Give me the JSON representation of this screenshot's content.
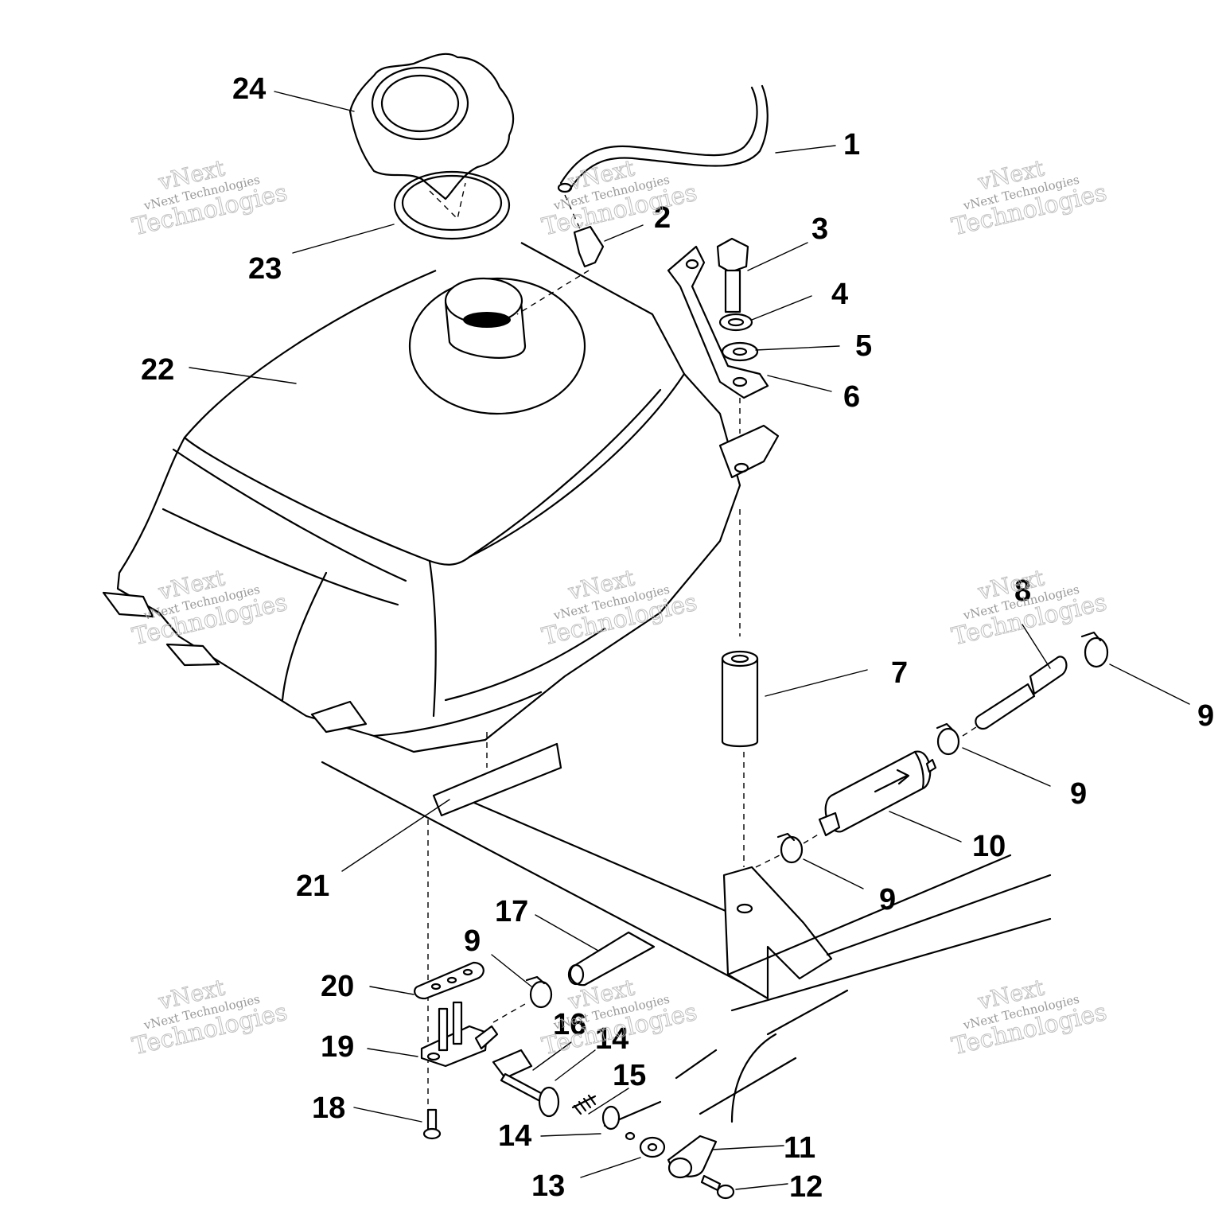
{
  "diagram": {
    "callouts": [
      {
        "id": "c1",
        "label": "1"
      },
      {
        "id": "c2",
        "label": "2"
      },
      {
        "id": "c3",
        "label": "3"
      },
      {
        "id": "c4",
        "label": "4"
      },
      {
        "id": "c5",
        "label": "5"
      },
      {
        "id": "c6",
        "label": "6"
      },
      {
        "id": "c7",
        "label": "7"
      },
      {
        "id": "c8",
        "label": "8"
      },
      {
        "id": "c9a",
        "label": "9"
      },
      {
        "id": "c9b",
        "label": "9"
      },
      {
        "id": "c9c",
        "label": "9"
      },
      {
        "id": "c9d",
        "label": "9"
      },
      {
        "id": "c10",
        "label": "10"
      },
      {
        "id": "c11",
        "label": "11"
      },
      {
        "id": "c12",
        "label": "12"
      },
      {
        "id": "c13",
        "label": "13"
      },
      {
        "id": "c14a",
        "label": "14"
      },
      {
        "id": "c14b",
        "label": "14"
      },
      {
        "id": "c15",
        "label": "15"
      },
      {
        "id": "c16",
        "label": "16"
      },
      {
        "id": "c17",
        "label": "17"
      },
      {
        "id": "c18",
        "label": "18"
      },
      {
        "id": "c19",
        "label": "19"
      },
      {
        "id": "c20",
        "label": "20"
      },
      {
        "id": "c21",
        "label": "21"
      },
      {
        "id": "c22",
        "label": "22"
      },
      {
        "id": "c23",
        "label": "23"
      },
      {
        "id": "c24",
        "label": "24"
      }
    ],
    "watermark": {
      "line1": "vNext Technologies",
      "line2": "vNext",
      "line3": "Technologies"
    }
  }
}
